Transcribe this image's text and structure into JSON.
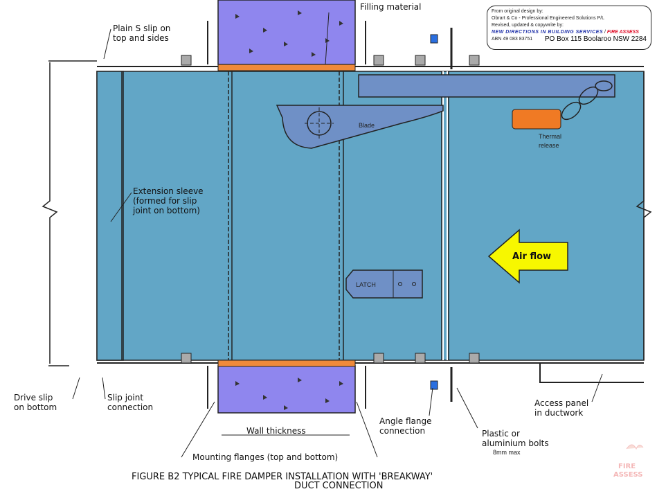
{
  "credits": {
    "line1": "From original design by:",
    "line2": "Obrart & Co - Professional Engineered Solutions P/L",
    "line3": "Revised, updated & copywrite by:",
    "company": "NEW DIRECTIONS IN BUILDING SERVICES",
    "separator": " / ",
    "brand": "FIRE ASSESS",
    "abn": "ABN 49 083 83751",
    "po_box": "PO Box 115 Boolaroo NSW 2284"
  },
  "labels": {
    "filling_material": "Filling material",
    "plain_s_slip_1": "Plain S slip on",
    "plain_s_slip_2": "top and sides",
    "blade": "Blade",
    "thermal_release_1": "Thermal",
    "thermal_release_2": "release",
    "extension_sleeve_1": "Extension sleeve",
    "extension_sleeve_2": "(formed for slip",
    "extension_sleeve_3": "joint on bottom)",
    "air_flow": "Air flow",
    "latch": "LATCH",
    "drive_slip_1": "Drive slip",
    "drive_slip_2": "on bottom",
    "slip_joint_1": "Slip joint",
    "slip_joint_2": "connection",
    "wall_thickness": "Wall thickness",
    "mounting_flanges": "Mounting flanges (top and bottom)",
    "angle_flange_1": "Angle flange",
    "angle_flange_2": "connection",
    "plastic_bolts_1": "Plastic or",
    "plastic_bolts_2": "aluminium bolts",
    "bolts_max": "8mm max",
    "access_panel_1": "Access panel",
    "access_panel_2": "in ductwork"
  },
  "caption": {
    "line1": "FIGURE B2   TYPICAL FIRE DAMPER INSTALLATION WITH 'BREAKWAY'",
    "line2": "DUCT CONNECTION"
  },
  "logo": {
    "text": "FIRE ASSESS"
  },
  "colors": {
    "duct": "#62a6c6",
    "blade": "#6f90c6",
    "wall": "#8f86ee",
    "filling": "#f08a3a",
    "thermal": "#f07a24",
    "arrow": "#f7f700"
  }
}
